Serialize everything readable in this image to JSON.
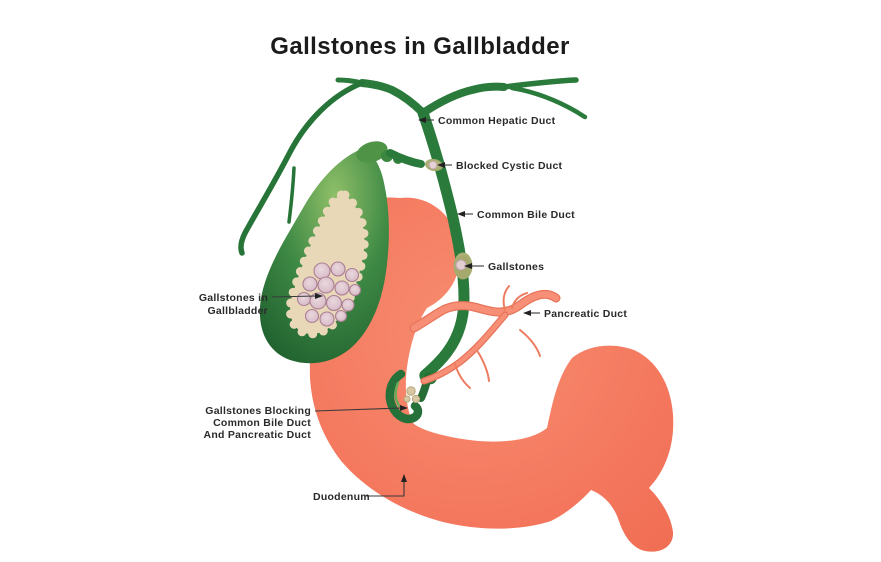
{
  "title": "Gallstones in Gallbladder",
  "labels": {
    "common_hepatic_duct": "Common Hepatic Duct",
    "blocked_cystic_duct": "Blocked Cystic Duct",
    "common_bile_duct": "Common Bile Duct",
    "gallstones_in_duct": "Gallstones",
    "pancreatic_duct": "Pancreatic Duct",
    "gallstones_in_gallbladder": {
      "line1": "Gallstones in",
      "line2": "Gallbladder"
    },
    "gallstones_blocking": {
      "line1": "Gallstones Blocking",
      "line2": "Common Bile Duct",
      "line3": "And Pancreatic Duct"
    },
    "duodenum": "Duodenum"
  },
  "colors": {
    "duct_green": "#2a7a3c",
    "duct_green_dark": "#256d35",
    "organ_salmon": "#f4785e",
    "pancreatic_duct_salmon": "#f68f76",
    "bile_cream": "#e9d8b8",
    "gallstone_pink": "#dcc2cc",
    "blockage_olive": "#a8ad72",
    "ampulla_stone_tan": "#d8c8a2",
    "label_text": "#2a2a2a",
    "title_text": "#1b1b1b"
  }
}
